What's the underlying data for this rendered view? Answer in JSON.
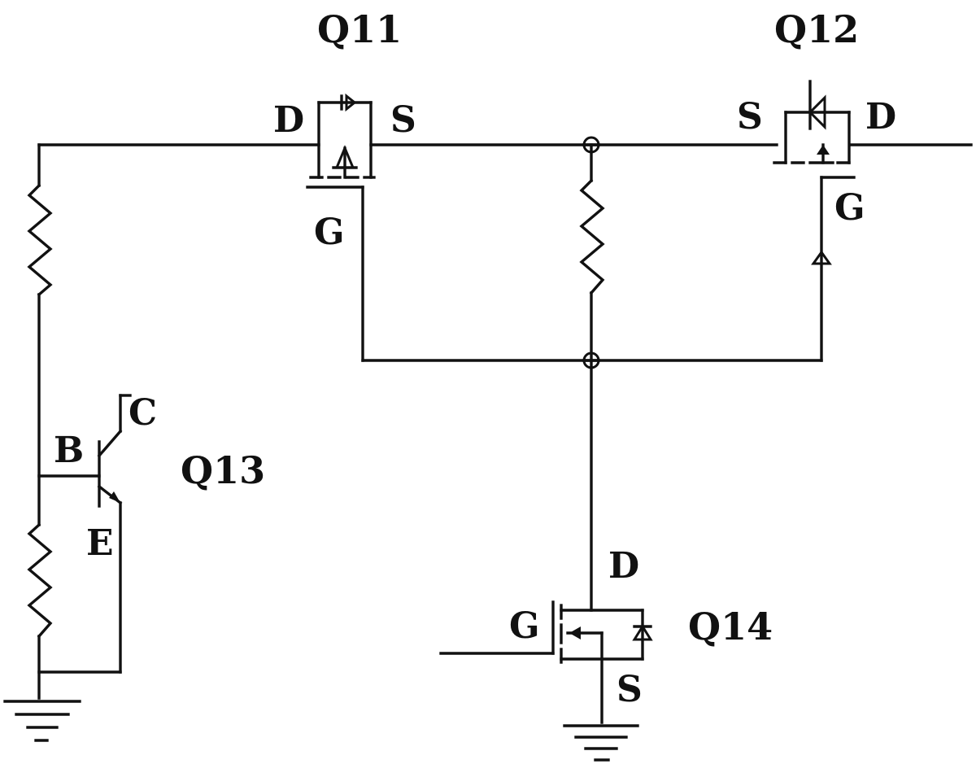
{
  "diagram": {
    "type": "circuit-schematic",
    "components": {
      "q11": {
        "name": "Q11",
        "pins": {
          "drain": "D",
          "source": "S",
          "gate": "G"
        }
      },
      "q12": {
        "name": "Q12",
        "pins": {
          "source": "S",
          "drain": "D",
          "gate": "G"
        }
      },
      "q13": {
        "name": "Q13",
        "pins": {
          "base": "B",
          "collector": "C",
          "emitter": "E"
        }
      },
      "q14": {
        "name": "Q14",
        "pins": {
          "drain": "D",
          "gate": "G",
          "source": "S"
        }
      }
    }
  }
}
